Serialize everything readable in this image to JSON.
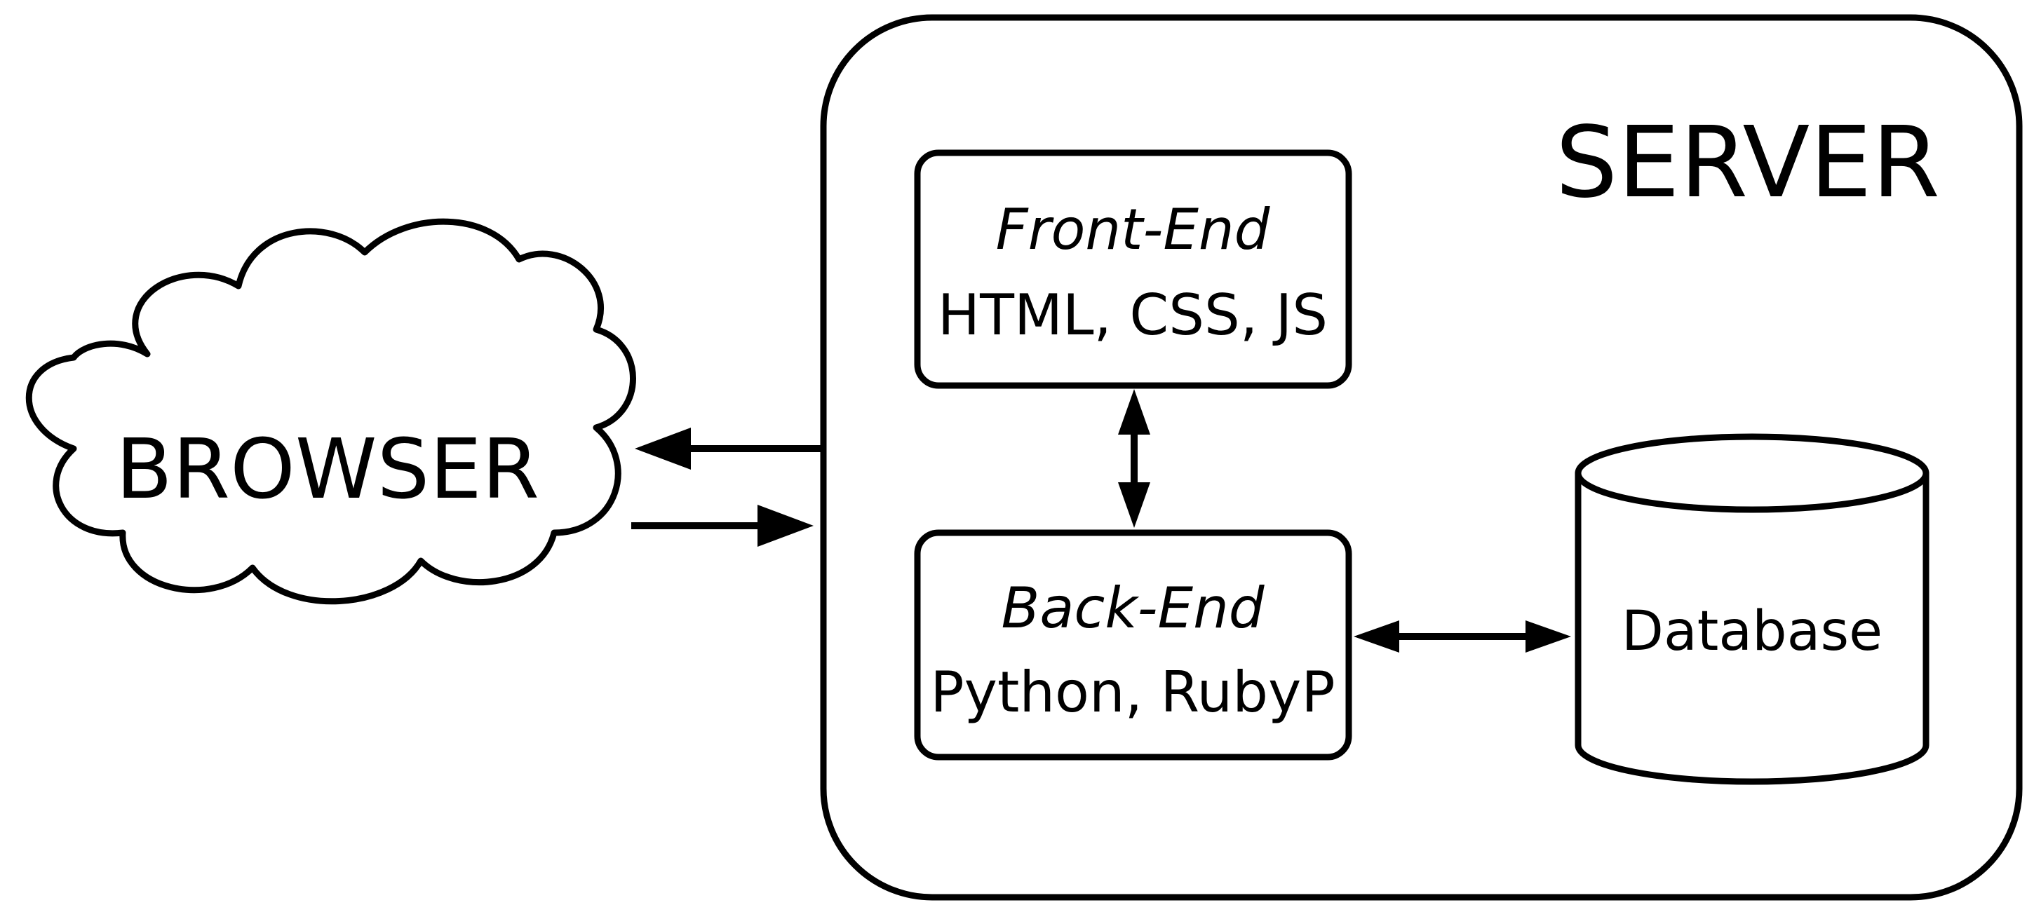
{
  "title": "",
  "nodes": {
    "browser": {
      "label": "BROWSER"
    },
    "server": {
      "label": "SERVER"
    },
    "front_end": {
      "title": "Front-End",
      "detail": "HTML, CSS, JS"
    },
    "back_end": {
      "title": "Back-End",
      "detail": "Python, RubyP"
    },
    "database": {
      "label": "Database"
    }
  },
  "edges": [
    {
      "from": "server",
      "to": "browser",
      "direction": "one-way"
    },
    {
      "from": "browser",
      "to": "server",
      "direction": "one-way"
    },
    {
      "from": "front_end",
      "to": "back_end",
      "direction": "two-way"
    },
    {
      "from": "back_end",
      "to": "database",
      "direction": "two-way"
    }
  ],
  "colors": {
    "stroke": "#000000",
    "fill": "#ffffff",
    "text": "#000000"
  }
}
